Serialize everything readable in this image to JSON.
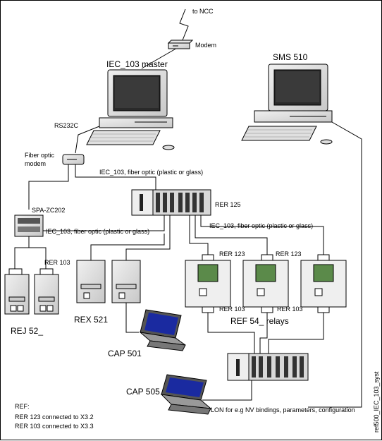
{
  "labels": {
    "to_ncc": "to NCC",
    "modem": "Modem",
    "iec103_master": "IEC_103 master",
    "sms510": "SMS 510",
    "rs232c": "RS232C",
    "fiber_optic_modem_line1": "Fiber optic",
    "fiber_optic_modem_line2": "modem",
    "iec103_fiber_top": "IEC_103, fiber optic (plastic or glass)",
    "spa_zc202": "SPA-ZC202",
    "iec103_fiber_left": "IEC_103, fiber optic (plastic or glass)",
    "rer125": "RER 125",
    "iec103_fiber_right": "IEC_103, fiber optic (plastic or glass)",
    "rer103_left": "RER 103",
    "rer123_a": "RER 123",
    "rer123_b": "RER 123",
    "rer103_mid_a": "RER 103",
    "rer103_mid_b": "RER 103",
    "rej52": "REJ 52_",
    "rex521": "REX 521",
    "ref54_relays": "REF 54_ relays",
    "cap501": "CAP 501",
    "cap505": "CAP 505",
    "lon_note": "LON for e.g NV bindings, parameters, configuration",
    "ref_title": "REF:",
    "ref_line1": "RER 123 connected to X3.2",
    "ref_line2": "RER 103 connected to X3.3",
    "side_code": "ref500_IEC_103_syst"
  },
  "colors": {
    "monitor_beige": "#dcdcdc",
    "screen": "#222222",
    "laptop_screen": "#1a2aa0",
    "relay_panel": "#5b8a4a"
  }
}
